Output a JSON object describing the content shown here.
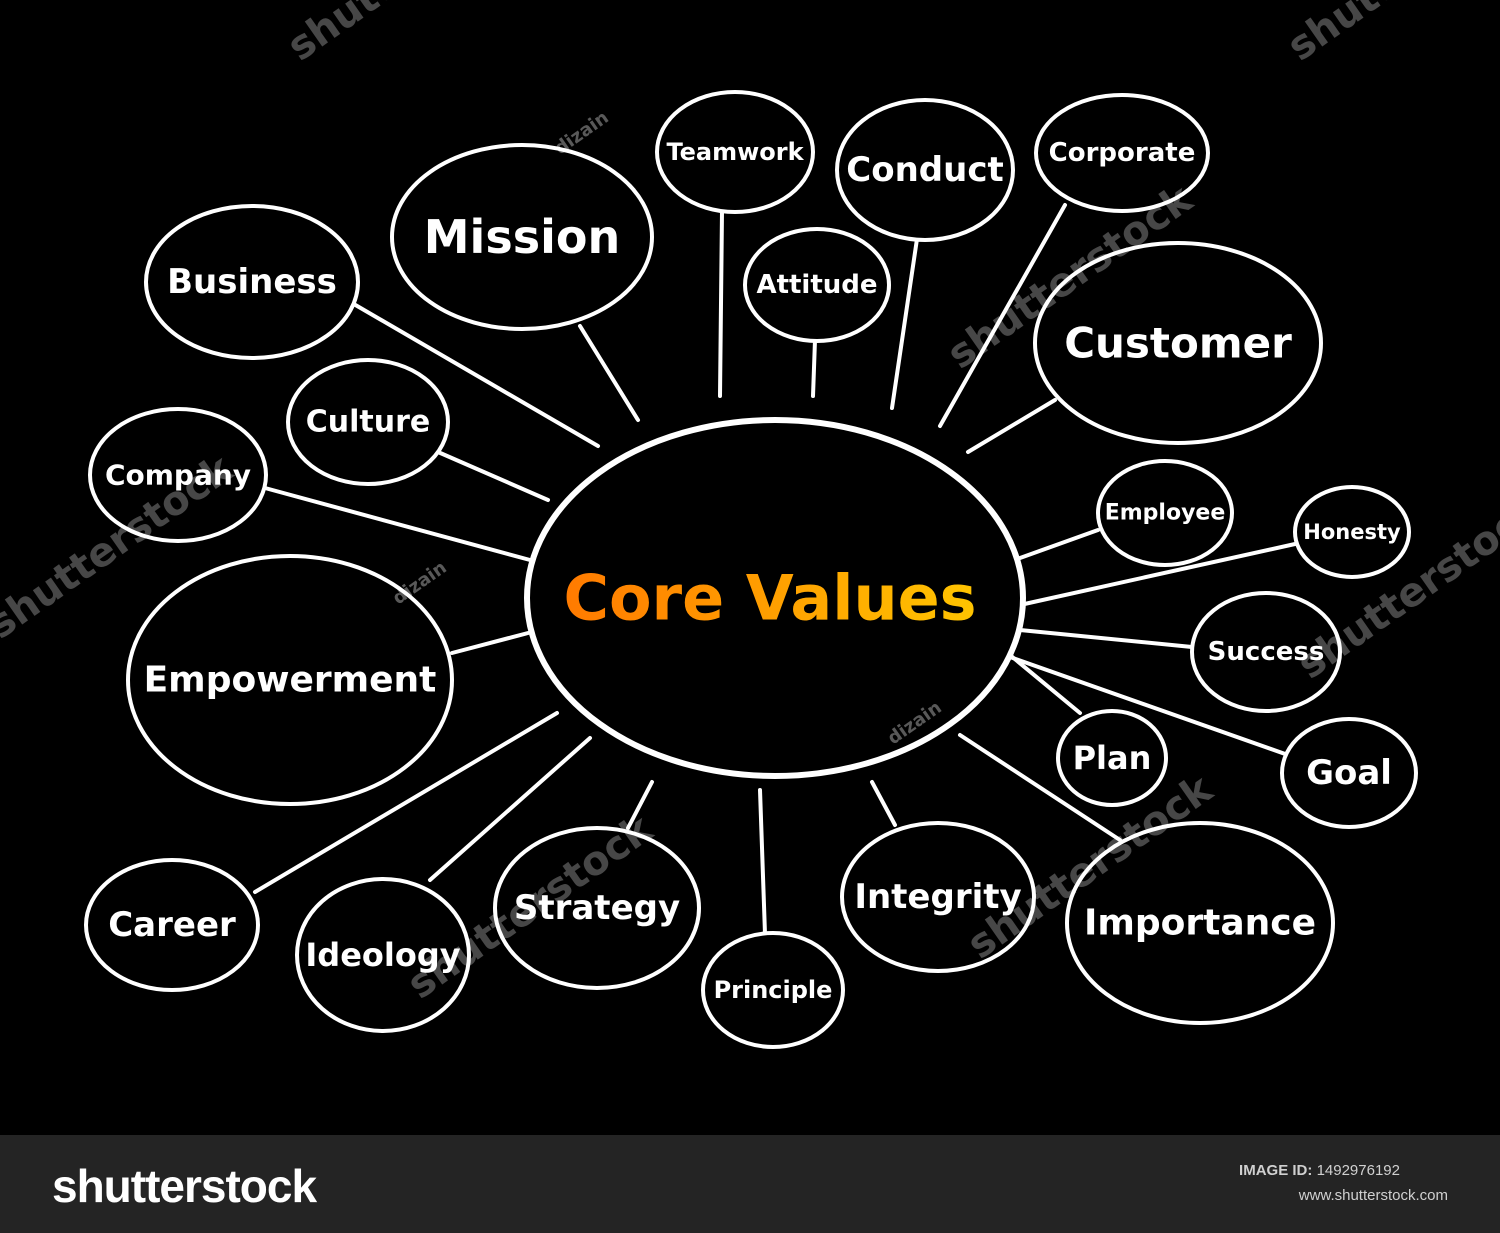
{
  "center": {
    "label": "Core Values",
    "gradient": [
      "#ff7a00",
      "#ffc400"
    ]
  },
  "nodes": [
    {
      "id": "business",
      "label": "Business"
    },
    {
      "id": "mission",
      "label": "Mission"
    },
    {
      "id": "teamwork",
      "label": "Teamwork"
    },
    {
      "id": "attitude",
      "label": "Attitude"
    },
    {
      "id": "conduct",
      "label": "Conduct"
    },
    {
      "id": "corporate",
      "label": "Corporate"
    },
    {
      "id": "customer",
      "label": "Customer"
    },
    {
      "id": "culture",
      "label": "Culture"
    },
    {
      "id": "company",
      "label": "Company"
    },
    {
      "id": "empowerment",
      "label": "Empowerment"
    },
    {
      "id": "employee",
      "label": "Employee"
    },
    {
      "id": "honesty",
      "label": "Honesty"
    },
    {
      "id": "success",
      "label": "Success"
    },
    {
      "id": "plan",
      "label": "Plan"
    },
    {
      "id": "goal",
      "label": "Goal"
    },
    {
      "id": "career",
      "label": "Career"
    },
    {
      "id": "ideology",
      "label": "Ideology"
    },
    {
      "id": "strategy",
      "label": "Strategy"
    },
    {
      "id": "principle",
      "label": "Principle"
    },
    {
      "id": "integrity",
      "label": "Integrity"
    },
    {
      "id": "importance",
      "label": "Importance"
    }
  ],
  "watermark": {
    "brand": "shutterstock",
    "author": "dizain"
  },
  "footer": {
    "logo": "shutterstock",
    "image_id_label": "IMAGE ID:",
    "image_id": "1492976192",
    "url": "www.shutterstock.com"
  },
  "colors": {
    "background": "#000000",
    "stroke": "#ffffff",
    "footer_bg": "#242424"
  }
}
